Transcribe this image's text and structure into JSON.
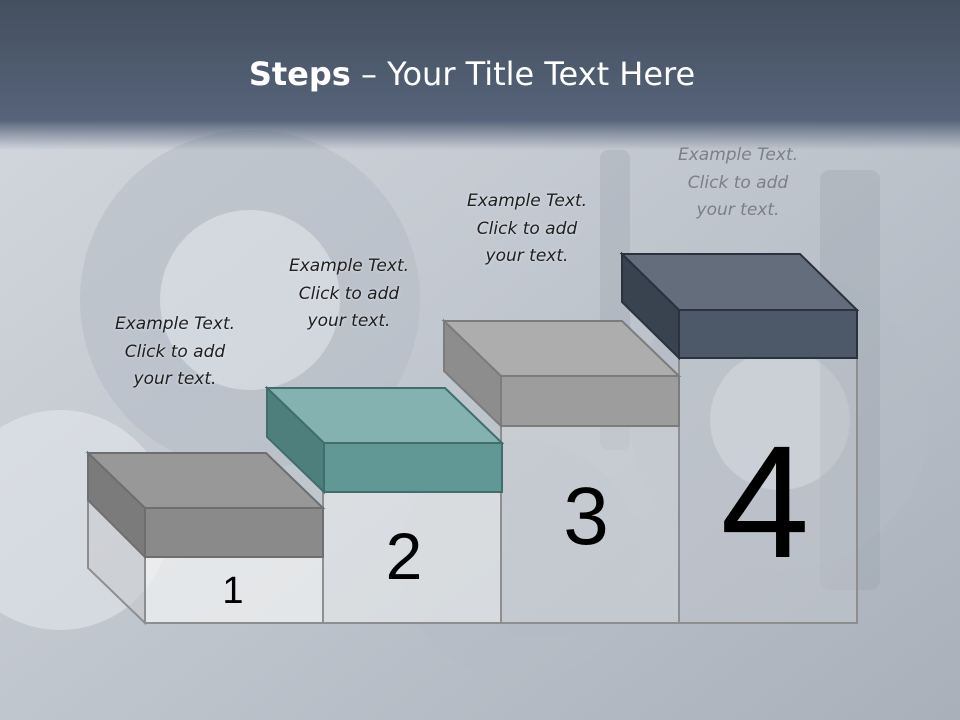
{
  "title": {
    "bold": "Steps",
    "rest": " – Your Title Text Here"
  },
  "steps": [
    {
      "number": "1",
      "caption": [
        "Example Text.",
        "Click  to add",
        "your text."
      ]
    },
    {
      "number": "2",
      "caption": [
        "Example Text.",
        "Click  to add",
        "your text."
      ]
    },
    {
      "number": "3",
      "caption": [
        "Example Text.",
        "Click  to add",
        "your text."
      ]
    },
    {
      "number": "4",
      "caption": [
        "Example Text.",
        "Click  to add",
        "your text."
      ]
    }
  ],
  "colors": {
    "header": "#485567",
    "background": "#c9ced6",
    "step1_block": "#8c8c8c",
    "step2_block": "#5f9896",
    "step3_block": "#a6a6a6",
    "step4_block": "#4d5868"
  }
}
